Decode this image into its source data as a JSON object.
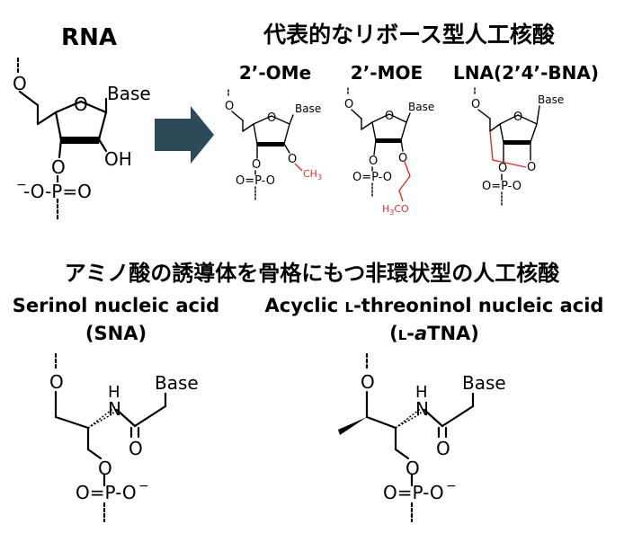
{
  "sections": {
    "rna_title": "RNA",
    "artificial_title": "代表的なリボース型人工核酸",
    "amino_title": "アミノ酸の誘導体を骨格にもつ非環状型の人工核酸"
  },
  "analogs": [
    {
      "label": "2’-OMe"
    },
    {
      "label": "2’-MOE"
    },
    {
      "label": "LNA(2’4’-BNA)"
    }
  ],
  "acyclic": [
    {
      "name": "Serinol nucleic acid",
      "abbr": "(SNA)"
    },
    {
      "name_prefix": "Acyclic ",
      "name_small": "L",
      "name_suffix": "-threoninol nucleic acid",
      "abbr_open": "(",
      "abbr_small": "L",
      "abbr_dash": "-",
      "abbr_italic": "a",
      "abbr_rest": "TNA)"
    }
  ],
  "atoms": {
    "base": "Base",
    "o": "O",
    "oh": "OH",
    "p": "P",
    "n": "N",
    "h": "H",
    "minus": "−",
    "ch3": "CH",
    "ch3_sub": "3",
    "h3co_a": "H",
    "h3co_sub": "3",
    "h3co_b": "CO",
    "phosphate_rna": "-O-P=O",
    "phosphate_small": "O=P-O"
  },
  "colors": {
    "black": "#000000",
    "red": "#e0302a",
    "arrow": "#2c4a58"
  }
}
